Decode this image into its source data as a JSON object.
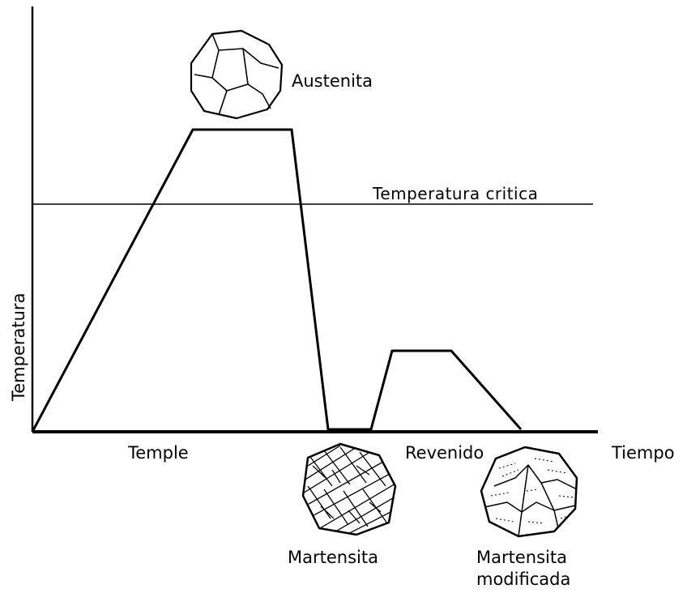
{
  "diagram": {
    "x_axis_label": "Tiempo",
    "y_axis_label": "Temperatura",
    "critical_line_label": "Temperatura critica",
    "phase_labels": {
      "temple": "Temple",
      "revenido": "Revenido"
    },
    "microstructures": {
      "austenita": "Austenita",
      "martensita": "Martensita",
      "martensita_modificada_line1": "Martensita",
      "martensita_modificada_line2": "modificada"
    }
  }
}
